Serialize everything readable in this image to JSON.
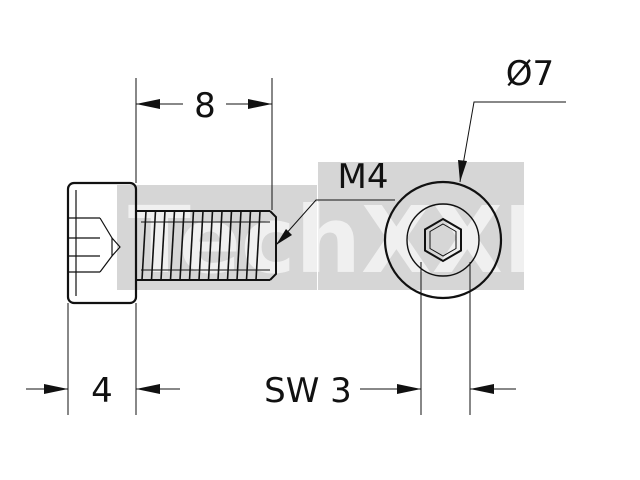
{
  "drawing": {
    "dimensions": {
      "length": "8",
      "thread": "M4",
      "head_diameter": "Ø7",
      "head_height": "4",
      "socket_size": "SW 3"
    },
    "watermark": "TechXXL",
    "colors": {
      "line": "#111111",
      "watermark_bg": "#d6d6d6",
      "background": "#ffffff"
    }
  }
}
